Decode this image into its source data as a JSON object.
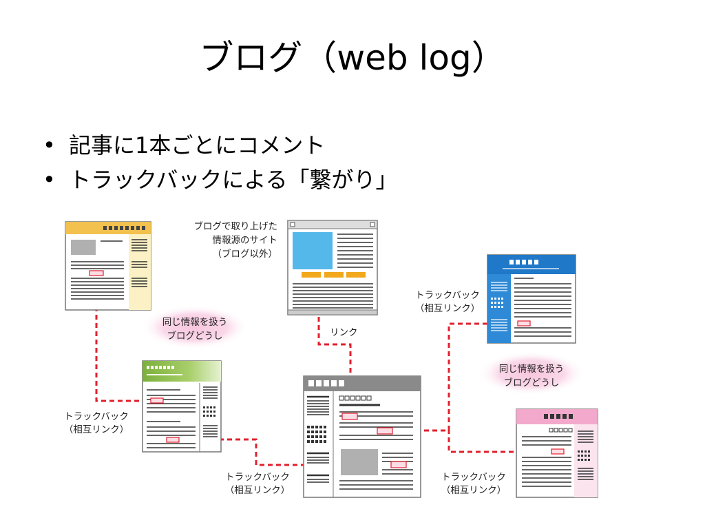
{
  "slide": {
    "title": "ブログ（web log）",
    "bullets": [
      "記事に1本ごとにコメント",
      "トラックバックによる「繋がり」"
    ]
  },
  "diagram": {
    "labels": {
      "source_site": [
        "ブログで取り上げた",
        "情報源のサイト",
        "（ブログ以外）"
      ],
      "same_info_left": [
        "同じ情報を扱う",
        "ブログどうし"
      ],
      "same_info_right": [
        "同じ情報を扱う",
        "ブログどうし"
      ],
      "link": "リンク",
      "trackback_top_right": [
        "トラックバック",
        "（相互リンク）"
      ],
      "trackback_left": [
        "トラックバック",
        "（相互リンク）"
      ],
      "trackback_center": [
        "トラックバック",
        "（相互リンク）"
      ],
      "trackback_bottom_right": [
        "トラックバック",
        "（相互リンク）"
      ]
    },
    "colors": {
      "dashed_link": "#e0202c",
      "blog_yellow": "#f2c14e",
      "blog_green": "#7bb03c",
      "blog_blue": "#1f78c8",
      "blog_pink": "#f2a9cc",
      "source_image": "#55b8ea",
      "source_buttons": "#f2a81c",
      "hub_header": "#8a8a8a",
      "glow_pink": "#f7c6de"
    }
  }
}
